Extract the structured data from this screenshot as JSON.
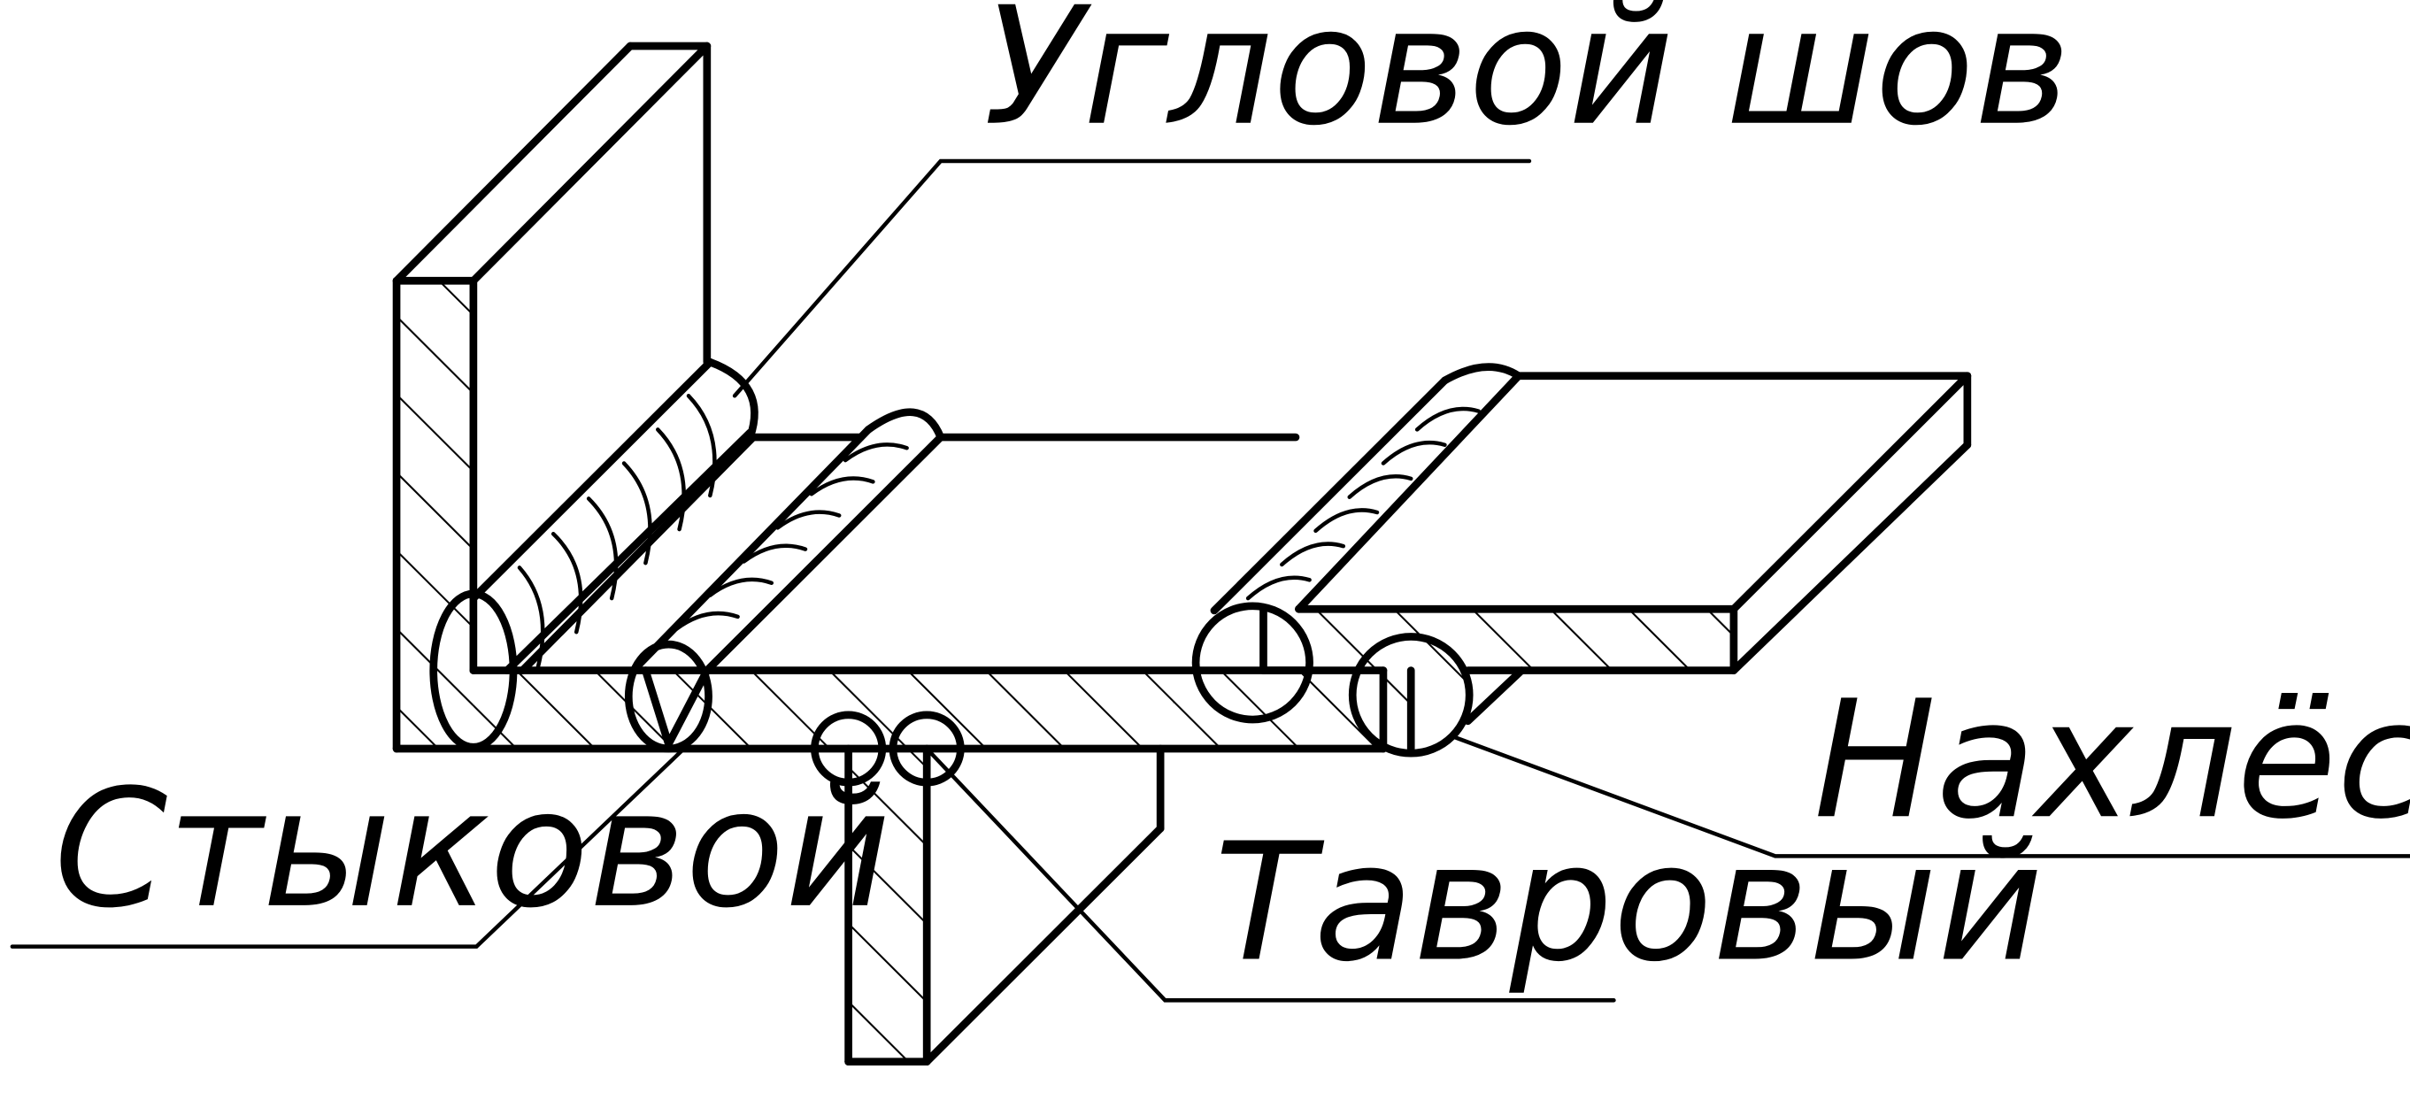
{
  "labels": {
    "fillet_weld": "Угловой шов",
    "butt": "Стыковой",
    "tee": "Тавровый",
    "lap": "Нахлёсточный"
  },
  "colors": {
    "ink": "#000000",
    "background": "#ffffff"
  }
}
